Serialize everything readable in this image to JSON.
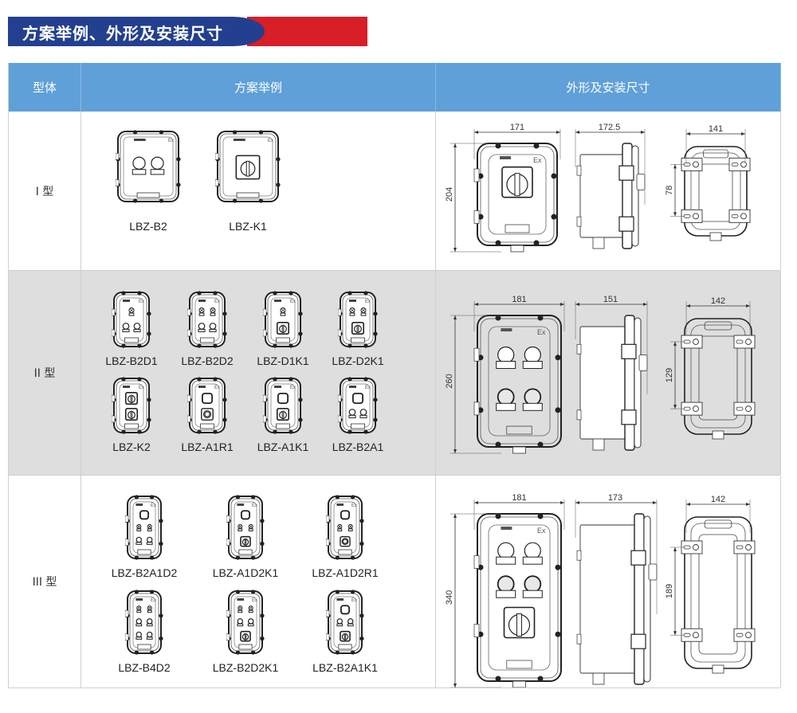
{
  "section_title": "方案举例、外形及安装尺寸",
  "colors": {
    "banner_blue": "#233f8f",
    "banner_red": "#d81e26",
    "header_blue": "#5fa0d8",
    "row_gray": "#dedede"
  },
  "table": {
    "headers": [
      "型体",
      "方案举例",
      "外形及安装尺寸"
    ],
    "rows": [
      {
        "type": "I 型",
        "examples": [
          "LBZ-B2",
          "LBZ-K1"
        ],
        "dimensions": {
          "front_width": "171",
          "front_height": "204",
          "side_depth": "172.5",
          "back_width": "141",
          "mount_spacing": "78"
        }
      },
      {
        "type": "II 型",
        "examples": [
          "LBZ-B2D1",
          "LBZ-B2D2",
          "LBZ-D1K1",
          "LBZ-D2K1",
          "LBZ-K2",
          "LBZ-A1R1",
          "LBZ-A1K1",
          "LBZ-B2A1"
        ],
        "dimensions": {
          "front_width": "181",
          "front_height": "260",
          "side_depth": "151",
          "back_width": "142",
          "mount_spacing": "129"
        }
      },
      {
        "type": "III 型",
        "examples": [
          "LBZ-B2A1D2",
          "LBZ-A1D2K1",
          "LBZ-A1D2R1",
          "LBZ-B4D2",
          "LBZ-B2D2K1",
          "LBZ-B2A1K1"
        ],
        "dimensions": {
          "front_width": "181",
          "front_height": "340",
          "side_depth": "173",
          "back_width": "142",
          "mount_spacing": "189"
        }
      }
    ]
  }
}
